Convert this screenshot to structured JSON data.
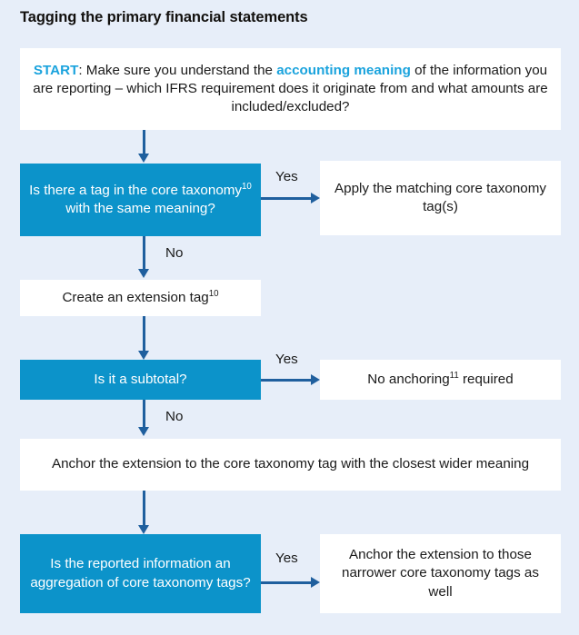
{
  "diagram": {
    "title": "Tagging the primary financial statements",
    "background_color": "#e7eef9",
    "blue_box_color": "#0c93ca",
    "arrow_color": "#1f5f9e",
    "accent_color": "#1aa3dd"
  },
  "nodes": {
    "start": {
      "label_start": "START",
      "text_part1": ": Make sure you understand the ",
      "accent_phrase": "accounting meaning",
      "text_part2": " of the information you are reporting – which IFRS requirement does it originate from and what amounts are included/excluded?",
      "type": "white"
    },
    "decision_core_tag": {
      "text_a": "Is there a tag in the core taxonomy",
      "superscript": "10",
      "text_b": " with the same meaning?",
      "type": "blue"
    },
    "apply_core_tag": {
      "text": "Apply the matching core taxonomy tag(s)",
      "type": "white"
    },
    "create_extension": {
      "text_a": "Create an extension tag",
      "superscript": "10",
      "type": "white"
    },
    "decision_subtotal": {
      "text": "Is it a subtotal?",
      "type": "blue"
    },
    "no_anchoring": {
      "text_a": "No anchoring",
      "superscript": "11",
      "text_b": " required",
      "type": "white"
    },
    "anchor_wider": {
      "text": "Anchor the extension to the core taxonomy tag with the closest wider meaning",
      "type": "white"
    },
    "decision_aggregation": {
      "text": "Is the reported information an aggregation of core taxonomy tags?",
      "type": "blue"
    },
    "anchor_narrower": {
      "text": "Anchor the extension to those narrower core taxonomy tags as well",
      "type": "white"
    }
  },
  "edge_labels": {
    "yes_1": "Yes",
    "no_1": "No",
    "yes_2": "Yes",
    "no_2": "No",
    "yes_3": "Yes"
  }
}
